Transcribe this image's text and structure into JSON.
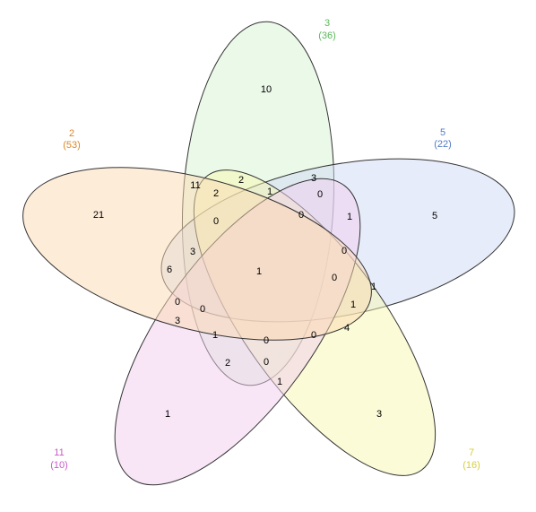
{
  "sets": [
    {
      "key": "s3",
      "name": "3",
      "count": "(36)",
      "color": "#5cb85c",
      "fill": "#d7f3d3"
    },
    {
      "key": "s5",
      "name": "5",
      "count": "(22)",
      "color": "#4f7cc4",
      "fill": "#cfd9f6"
    },
    {
      "key": "s7",
      "name": "7",
      "count": "(16)",
      "color": "#d6cf3a",
      "fill": "#f7f7b0"
    },
    {
      "key": "s11",
      "name": "11",
      "count": "(10)",
      "color": "#c85ac8",
      "fill": "#f1cdf0"
    },
    {
      "key": "s2",
      "name": "2",
      "count": "(53)",
      "color": "#d9882a",
      "fill": "#fbd9b2"
    }
  ],
  "regions": [
    {
      "id": "only-3",
      "value": "10"
    },
    {
      "id": "only-2",
      "value": "21"
    },
    {
      "id": "only-5",
      "value": "5"
    },
    {
      "id": "only-7",
      "value": "3"
    },
    {
      "id": "only-11",
      "value": "1"
    },
    {
      "id": "r-2-3",
      "value": "11"
    },
    {
      "id": "r-a",
      "value": "2"
    },
    {
      "id": "r-b",
      "value": "2"
    },
    {
      "id": "r-c",
      "value": "1"
    },
    {
      "id": "r-d",
      "value": "3"
    },
    {
      "id": "r-e",
      "value": "0"
    },
    {
      "id": "r-f",
      "value": "0"
    },
    {
      "id": "r-g",
      "value": "0"
    },
    {
      "id": "r-h",
      "value": "1"
    },
    {
      "id": "r-i",
      "value": "3"
    },
    {
      "id": "r-j",
      "value": "6"
    },
    {
      "id": "all",
      "value": "1"
    },
    {
      "id": "r-k",
      "value": "0"
    },
    {
      "id": "r-l",
      "value": "0"
    },
    {
      "id": "r-m",
      "value": "1"
    },
    {
      "id": "r-n",
      "value": "0"
    },
    {
      "id": "r-o",
      "value": "0"
    },
    {
      "id": "r-p",
      "value": "3"
    },
    {
      "id": "r-q",
      "value": "1"
    },
    {
      "id": "r-r",
      "value": "4"
    },
    {
      "id": "r-s",
      "value": "0"
    },
    {
      "id": "r-t",
      "value": "0"
    },
    {
      "id": "r-u",
      "value": "2"
    },
    {
      "id": "r-v",
      "value": "0"
    },
    {
      "id": "r-w",
      "value": "1"
    },
    {
      "id": "r-x",
      "value": "1"
    }
  ]
}
